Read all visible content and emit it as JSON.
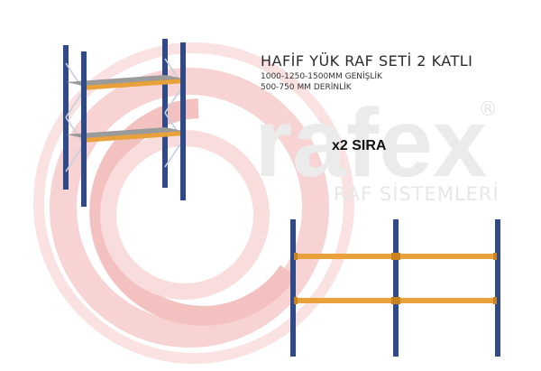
{
  "product": {
    "title": "HAFİF YÜK RAF SETİ 2 KATLI",
    "width_spec": "1000-1250-1500MM GENİŞLİK",
    "depth_spec": "500-750 MM DERİNLİK",
    "count": "x2 SIRA"
  },
  "watermark": {
    "brand": "rafex",
    "tagline": "RAF SİSTEMLERİ",
    "registered": "®"
  },
  "colors": {
    "upright": "#2f4a86",
    "beam": "#e9a23b",
    "shelf": "#8f8f8f",
    "watermark_red": "#f6c7c7",
    "watermark_gray": "#e6e6e6"
  },
  "icons": [
    "rack-iso-illustration",
    "rack-front-illustration"
  ]
}
